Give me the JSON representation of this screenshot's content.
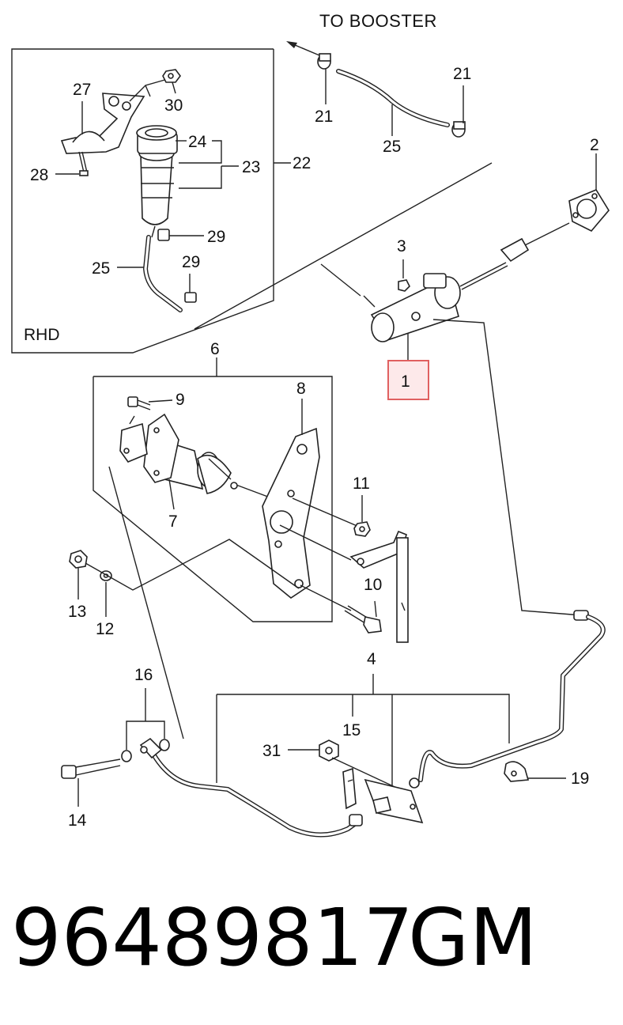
{
  "header": {
    "to_booster": "TO BOOSTER"
  },
  "inset": {
    "region": "RHD"
  },
  "callouts": {
    "c1": "1",
    "c2": "2",
    "c3": "3",
    "c4": "4",
    "c6": "6",
    "c7": "7",
    "c8": "8",
    "c9": "9",
    "c10": "10",
    "c11": "11",
    "c12": "12",
    "c13": "13",
    "c14": "14",
    "c15": "15",
    "c16": "16",
    "c19": "19",
    "c21a": "21",
    "c21b": "21",
    "c22": "22",
    "c23": "23",
    "c24": "24",
    "c25a": "25",
    "c25b": "25",
    "c27": "27",
    "c28": "28",
    "c29a": "29",
    "c29b": "29",
    "c30": "30",
    "c31": "31"
  },
  "highlight": {
    "part": "1",
    "color": "#e06060"
  },
  "footer": {
    "part_number": "96489817",
    "brand": "GM"
  }
}
